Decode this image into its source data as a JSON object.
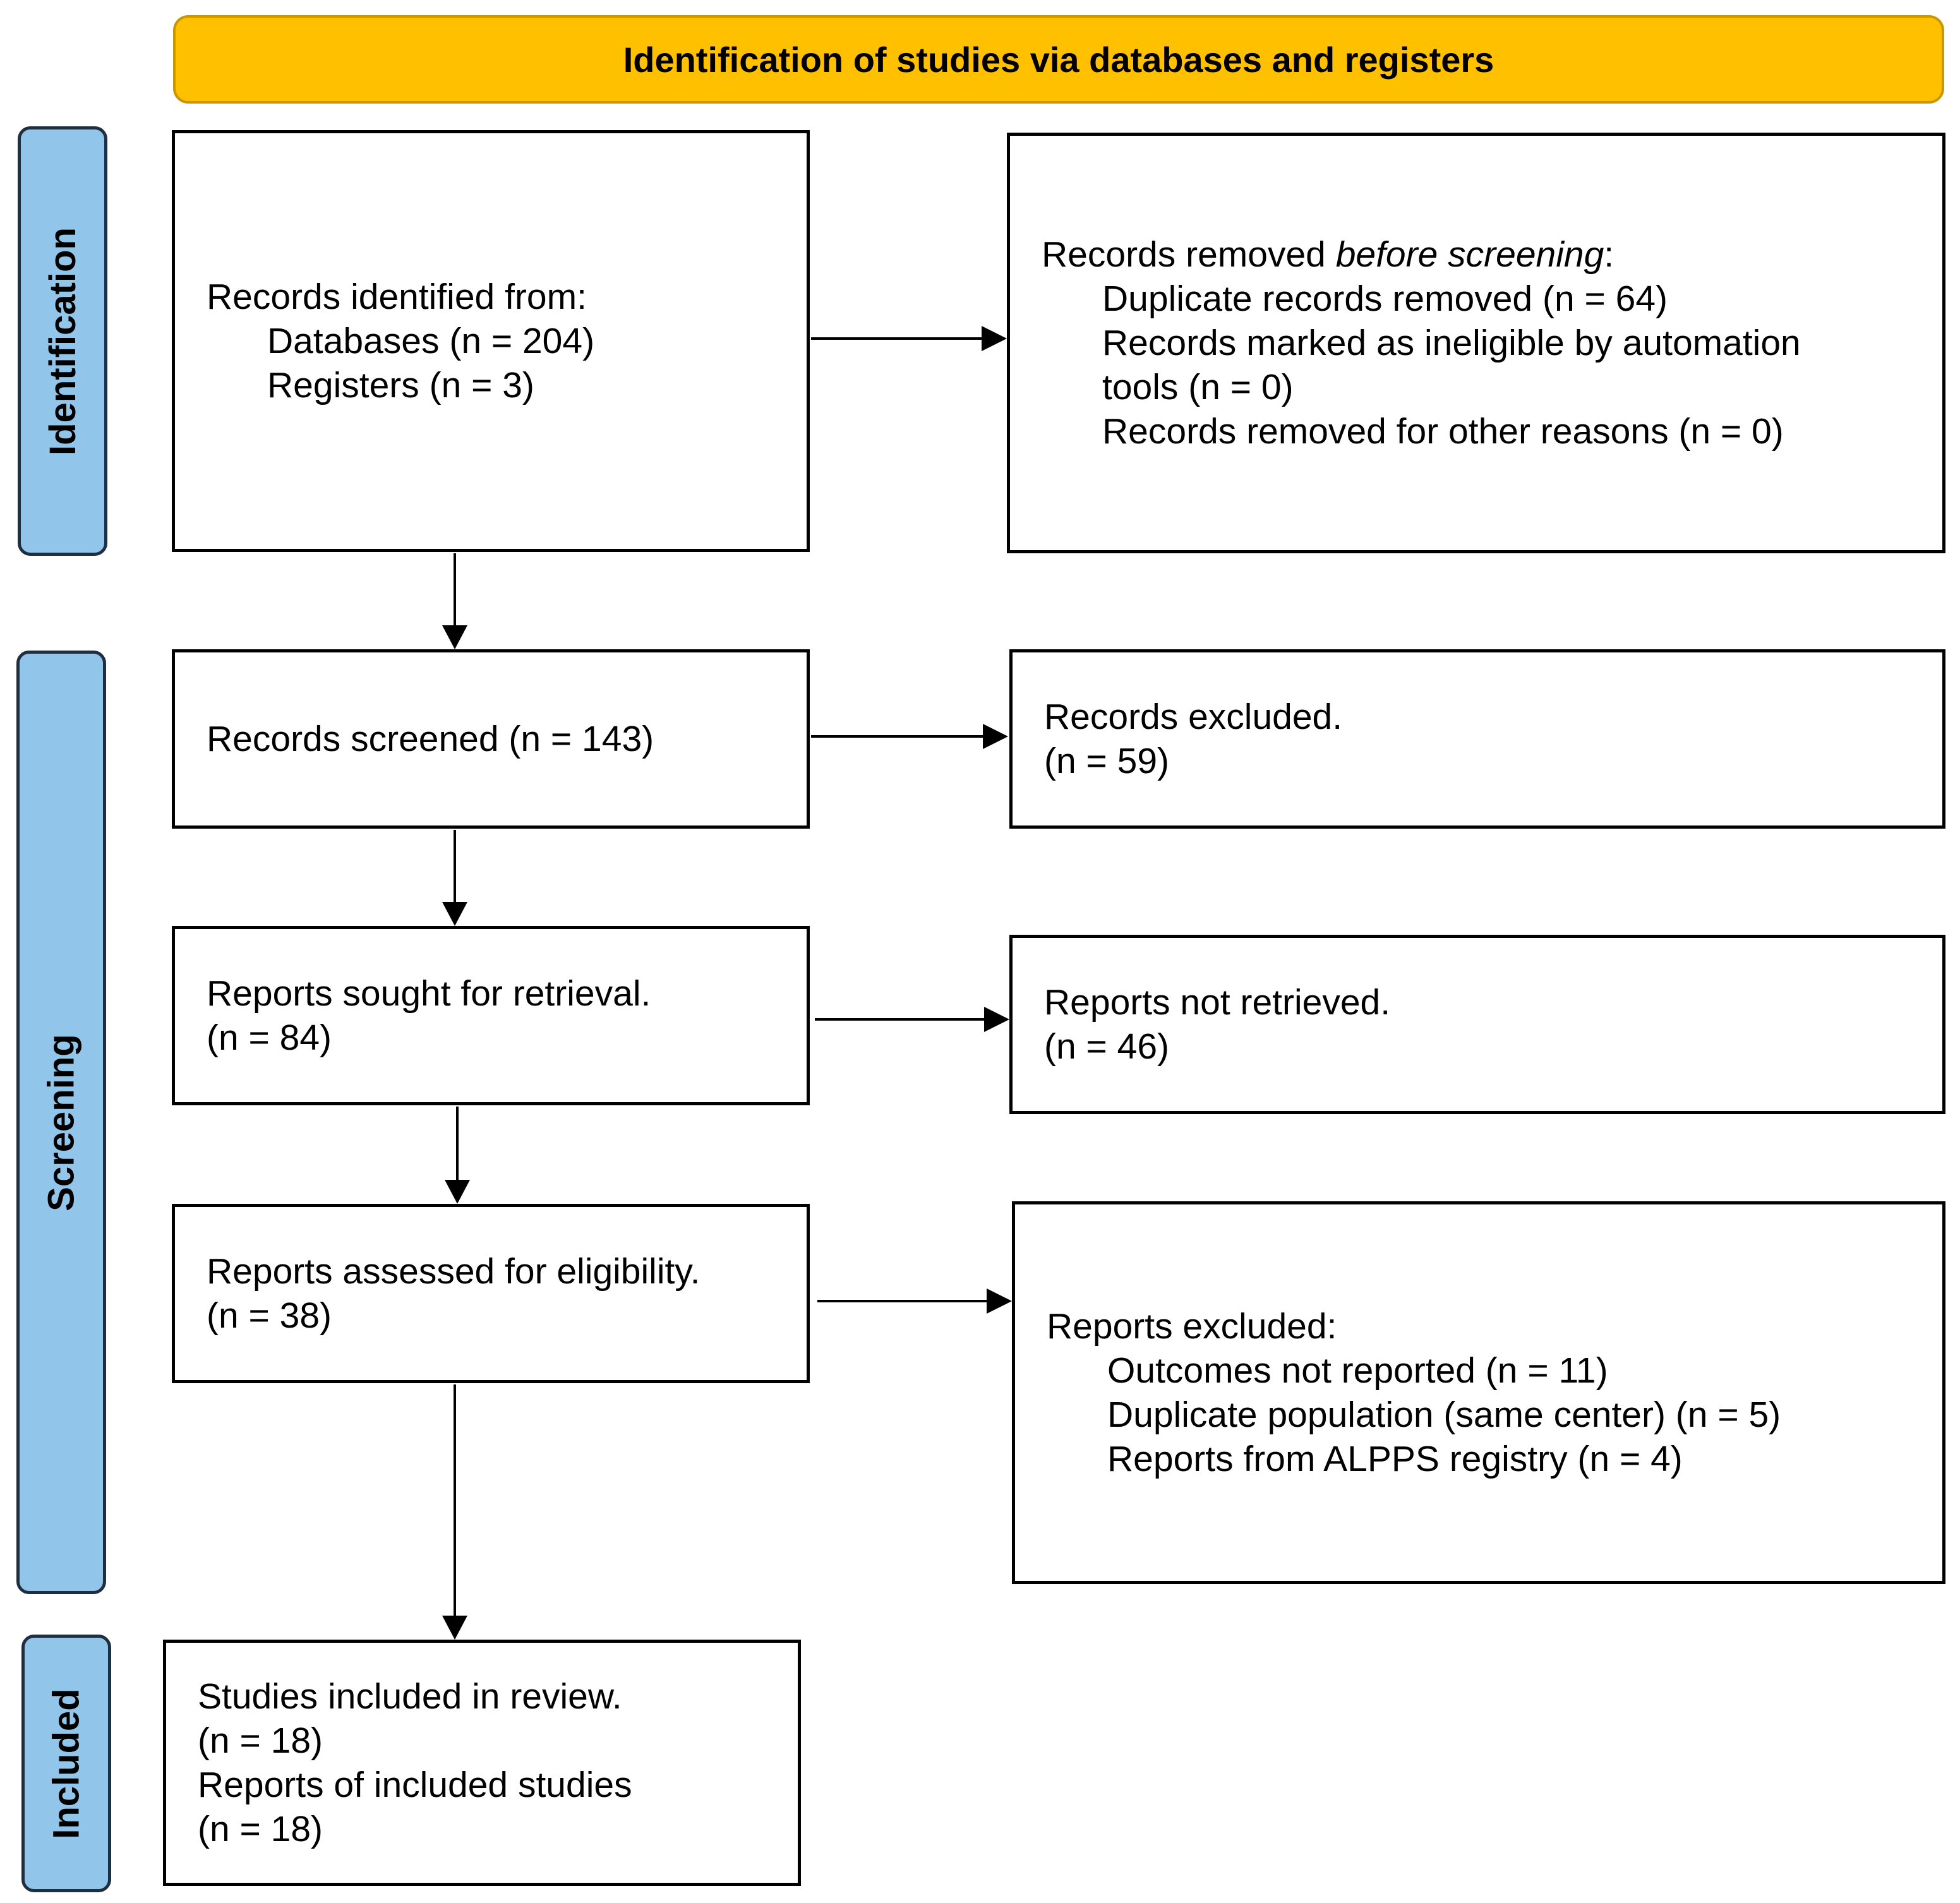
{
  "header": {
    "title": "Identification of studies via databases and registers"
  },
  "phases": {
    "identification": "Identification",
    "screening": "Screening",
    "included": "Included"
  },
  "boxes": {
    "identified": {
      "heading": "Records identified from:",
      "databases": "Databases (n = 204)",
      "registers": "Registers (n = 3)"
    },
    "removed": {
      "heading_prefix": "Records removed ",
      "heading_em": "before screening",
      "heading_suffix": ":",
      "duplicates": "Duplicate records removed (n = 64)",
      "automation_1": "Records marked as ineligible by automation",
      "automation_2": "tools (n = 0)",
      "other": "Records removed for other reasons (n = 0)"
    },
    "screened": {
      "text": "Records screened (n = 143)"
    },
    "excluded_records": {
      "label": "Records excluded.",
      "count": "(n = 59)"
    },
    "sought": {
      "label": "Reports sought for retrieval.",
      "count": "(n = 84)"
    },
    "not_retrieved": {
      "label": "Reports not retrieved.",
      "count": "(n = 46)"
    },
    "assessed": {
      "label": "Reports assessed for eligibility.",
      "count": "(n = 38)"
    },
    "reports_excluded": {
      "heading": "Reports excluded:",
      "outcomes": "Outcomes not reported (n = 11)",
      "duplicate_population": "Duplicate population (same center) (n = 5)",
      "alpps": "Reports from ALPPS registry (n = 4)"
    },
    "included": {
      "studies_label": "Studies included in review.",
      "studies_count": "(n = 18)",
      "reports_label": "Reports of included studies",
      "reports_count": "(n = 18)"
    }
  },
  "colors": {
    "header_fill": "#FFC000",
    "phase_fill": "#92C5EA",
    "box_border": "#000000"
  }
}
